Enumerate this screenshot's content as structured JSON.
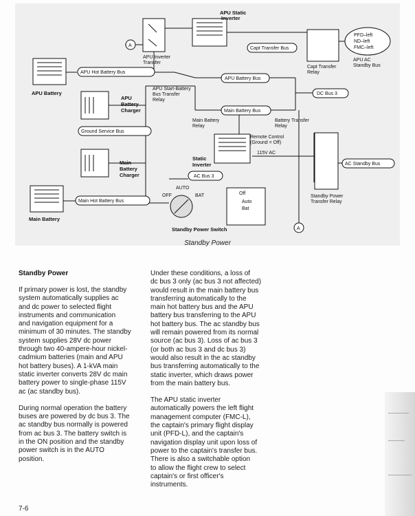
{
  "figure": {
    "caption": "Standby Power",
    "labels": {
      "apu_static_inverter": [
        "APU Static",
        "Inverter"
      ],
      "apu_inverter_transfer": [
        "APU Inverter",
        "Transfer"
      ],
      "circle_a": "A",
      "capt_transfer_bus": "Capt Transfer Bus",
      "pfd_left": "PFD–left",
      "nd_left": "ND–left",
      "fmc_left": "FMC–left",
      "capt_transfer_relay": [
        "Capt Transfer",
        "Relay"
      ],
      "apu_ac_standby_bus": [
        "APU AC",
        "Standby Bus"
      ],
      "apu_hot_battery_bus": "APU Hot Battery Bus",
      "apu_battery_bus": "APU Battery Bus",
      "apu_battery": "APU Battery",
      "apu_battery_charger": [
        "APU",
        "Battery",
        "Charger"
      ],
      "apu_start_battery_relay": [
        "APU Start-Battery",
        "Bus Transfer",
        "Relay"
      ],
      "dc_bus_3": "DC Bus 3",
      "main_battery_bus": "Main Battery Bus",
      "main_battery_relay": [
        "Main Battery",
        "Relay"
      ],
      "battery_transfer_relay": [
        "Battery Transfer",
        "Relay"
      ],
      "ground_service_bus": "Ground Service Bus",
      "remote_control": [
        "Remote Control",
        "(Ground = Off)"
      ],
      "static_inverter": [
        "Static",
        "Inverter"
      ],
      "ac_115": "115V AC",
      "ac_standby_bus": "AC Standby Bus",
      "main_battery_charger": [
        "Main",
        "Battery",
        "Charger"
      ],
      "ac_bus_3": "AC Bus 3",
      "auto": "AUTO",
      "off": "OFF",
      "bat": "BAT",
      "sw_off": "Off",
      "sw_auto": "Auto",
      "sw_bat": "Bat",
      "main_hot_battery_bus": "Main Hot Battery Bus",
      "main_battery": "Main Battery",
      "standby_power_switch": "Standby Power Switch",
      "standby_power_transfer_relay": [
        "Standby Power",
        "Transfer Relay"
      ]
    }
  },
  "text": {
    "section_title": "Standby Power",
    "col1": [
      [
        "If primary power is lost, the standby",
        "system automatically supplies ac",
        "and dc power to selected flight",
        "instruments and communication",
        "and navigation equipment for a",
        "minimum of 30 minutes. The standby",
        "system supplies 28V dc power",
        "through two 40-ampere-hour nickel-",
        "cadmium batteries (main and APU",
        "hot battery buses). A 1-kVA main",
        "static inverter converts 28V dc main",
        "battery power to single-phase 115V",
        "ac (ac standby bus)."
      ],
      [
        "During normal operation the battery",
        "buses are powered by dc bus 3. The",
        "ac standby bus normally is powered",
        "from ac bus 3. The battery switch is",
        "in the ON position and the standby",
        "power switch is in the AUTO",
        "position."
      ]
    ],
    "col2": [
      [
        "Under these conditions, a loss of",
        "dc bus 3 only (ac bus 3 not affected)",
        "would result in the main battery bus",
        "transferring automatically to the",
        "main hot battery bus and the APU",
        "battery bus transferring to the APU",
        "hot battery bus. The ac standby bus",
        "will remain powered from its normal",
        "source (ac bus 3). Loss of ac bus 3",
        "(or both ac bus 3 and dc bus 3)",
        "would also result in the ac standby",
        "bus transferring automatically to the",
        "static inverter, which draws power",
        "from the main battery bus."
      ],
      [
        "The APU static inverter",
        "automatically powers the left flight",
        "management computer (FMC-L),",
        "the captain's primary flight display",
        "unit (PFD-L), and the captain's",
        "navigation display unit upon loss of",
        "power to the captain's transfer bus.",
        "There is also a switchable option",
        "to allow the flight crew to select",
        "captain's or first officer's",
        "instruments."
      ]
    ],
    "page_number": "7-6"
  }
}
